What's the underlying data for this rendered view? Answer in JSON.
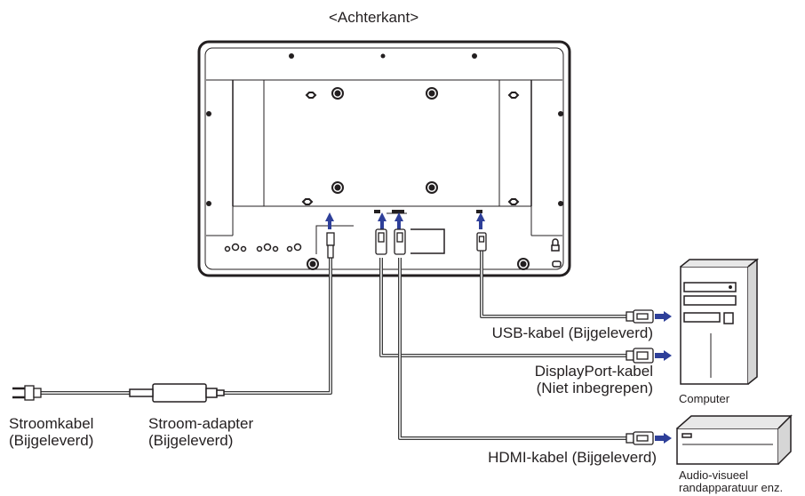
{
  "title": "<Achterkant>",
  "labels": {
    "usb_cable": "USB-kabel (Bijgeleverd)",
    "dp_cable_line1": "DisplayPort-kabel",
    "dp_cable_line2": "(Niet inbegrepen)",
    "hdmi_cable": "HDMI-kabel (Bijgeleverd)",
    "power_cable_line1": "Stroomkabel",
    "power_cable_line2": "(Bijgeleverd)",
    "power_adapter_line1": "Stroom-adapter",
    "power_adapter_line2": "(Bijgeleverd)",
    "computer": "Computer",
    "av_device_line1": "Audio-visueel",
    "av_device_line2": "randapparatuur enz."
  },
  "colors": {
    "line": "#231f20",
    "cable_outer": "#3a3a3a",
    "cable_inner": "#ffffff",
    "arrow": "#2e3f99"
  }
}
